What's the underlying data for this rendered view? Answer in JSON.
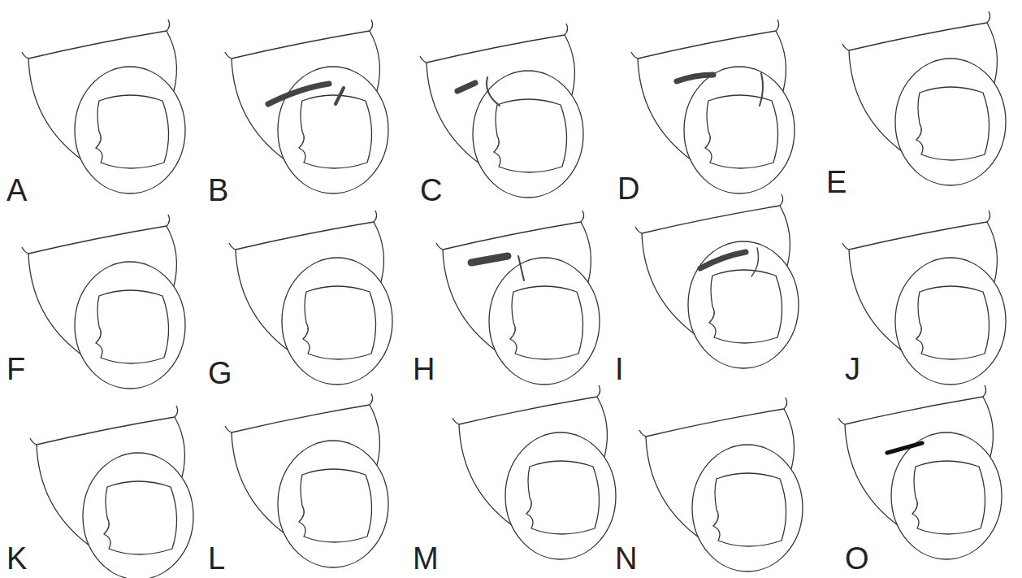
{
  "diagram": {
    "labels": [
      "A",
      "B",
      "C",
      "D",
      "E",
      "F",
      "G",
      "H",
      "I",
      "J",
      "K",
      "L",
      "M",
      "N",
      "O"
    ]
  }
}
